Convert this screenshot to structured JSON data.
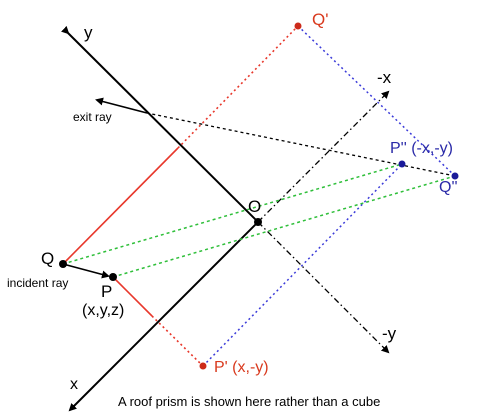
{
  "labels": {
    "y_axis": "y",
    "x_axis": "x",
    "neg_x_axis": "-x",
    "neg_y_axis": "-y",
    "origin": "O",
    "q": "Q",
    "p": "P",
    "p_coords": "(x,y,z)",
    "q_prime": "Q'",
    "p_prime": "P' (x,-y)",
    "p_double_prime": "P'' (-x,-y)",
    "q_double_prime": "Q''",
    "exit_ray": "exit ray",
    "incident_ray": "incident ray",
    "caption": "A roof prism is shown here rather than a cube"
  },
  "colors": {
    "axis": "#000000",
    "ray": "#000000",
    "red_path": "#e8382c",
    "blue_path": "#3b3bd9",
    "green_path": "#2fbf3a",
    "red_label": "#d93a1e",
    "blue_label": "#2a2aa8",
    "point_red": "#cc2a1a",
    "point_blue": "#1a1a99"
  }
}
